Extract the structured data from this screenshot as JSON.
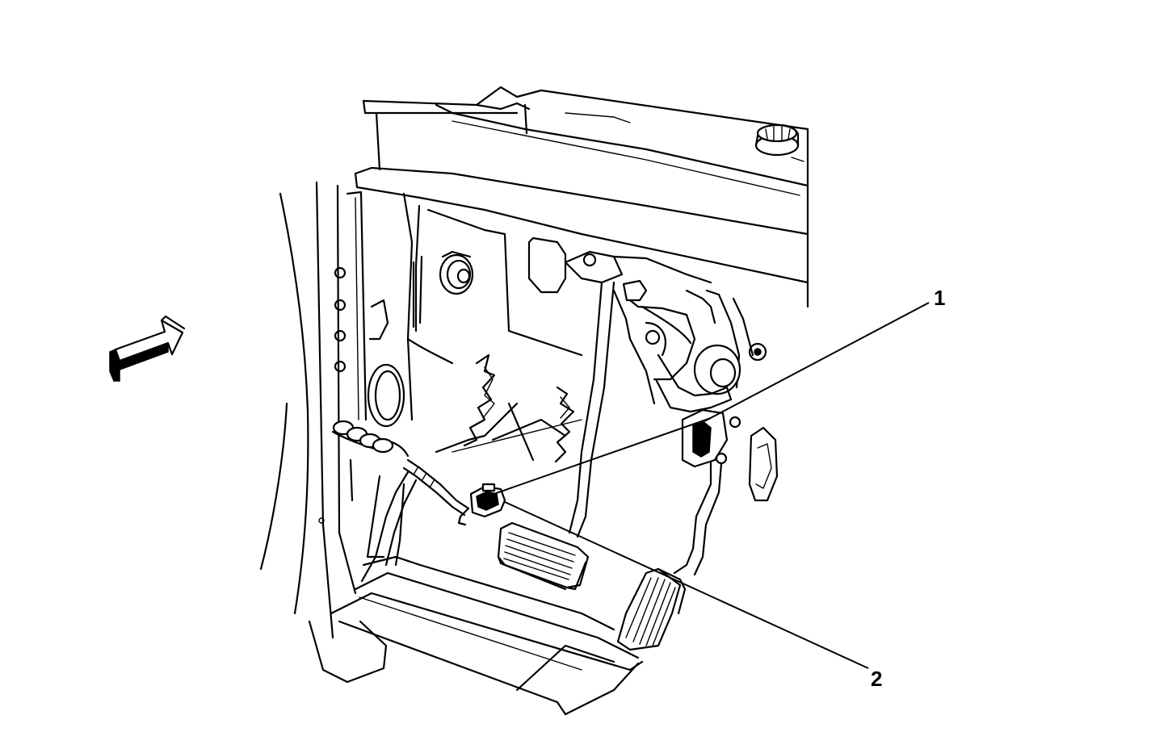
{
  "callouts": [
    {
      "id": "1",
      "label": "1"
    },
    {
      "id": "2",
      "label": "2"
    }
  ],
  "view_arrow": {
    "icon": "view-direction-arrow-icon"
  }
}
